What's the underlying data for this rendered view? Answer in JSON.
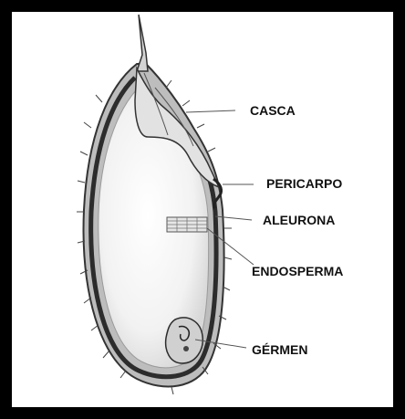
{
  "diagram": {
    "labels": {
      "casca": "CASCA",
      "pericarpo": "PERICARPO",
      "aleurona": "ALEURONA",
      "endosperma": "ENDOSPERMA",
      "germen": "GÉRMEN"
    },
    "colors": {
      "frame": "#000000",
      "husk_fill": "#cfcfcf",
      "outline": "#3a3a3a",
      "endosperm": "#ececec",
      "text": "#111111"
    }
  }
}
